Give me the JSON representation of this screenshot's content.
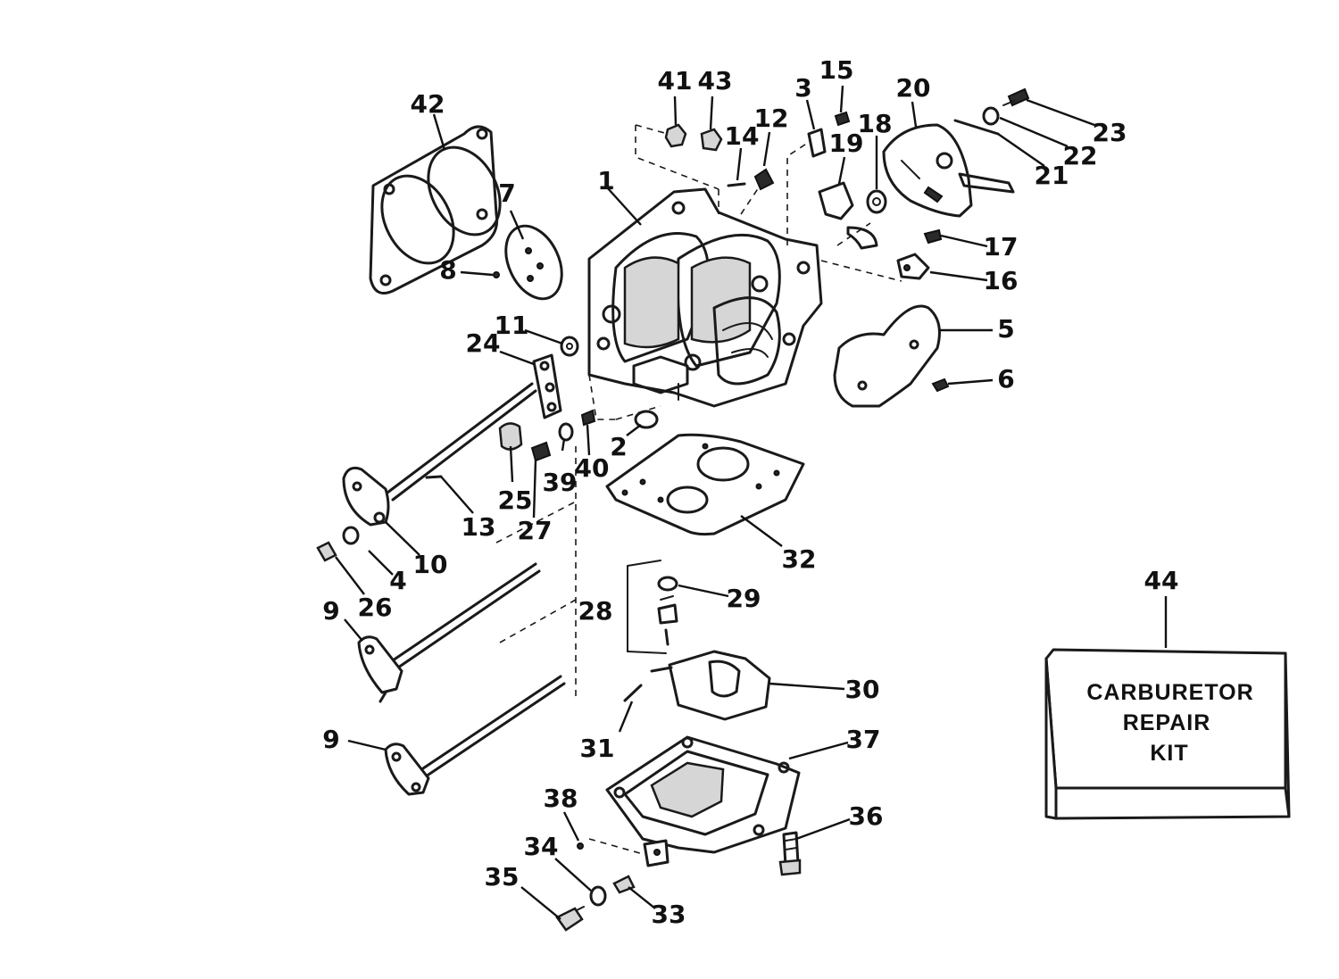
{
  "callouts": [
    {
      "n": "1"
    },
    {
      "n": "2"
    },
    {
      "n": "3"
    },
    {
      "n": "4"
    },
    {
      "n": "5"
    },
    {
      "n": "6"
    },
    {
      "n": "7"
    },
    {
      "n": "8"
    },
    {
      "n": "9"
    },
    {
      "n": "9"
    },
    {
      "n": "10"
    },
    {
      "n": "11"
    },
    {
      "n": "12"
    },
    {
      "n": "13"
    },
    {
      "n": "14"
    },
    {
      "n": "15"
    },
    {
      "n": "16"
    },
    {
      "n": "17"
    },
    {
      "n": "18"
    },
    {
      "n": "19"
    },
    {
      "n": "20"
    },
    {
      "n": "21"
    },
    {
      "n": "22"
    },
    {
      "n": "23"
    },
    {
      "n": "24"
    },
    {
      "n": "25"
    },
    {
      "n": "26"
    },
    {
      "n": "27"
    },
    {
      "n": "28"
    },
    {
      "n": "29"
    },
    {
      "n": "30"
    },
    {
      "n": "31"
    },
    {
      "n": "32"
    },
    {
      "n": "33"
    },
    {
      "n": "34"
    },
    {
      "n": "35"
    },
    {
      "n": "36"
    },
    {
      "n": "37"
    },
    {
      "n": "38"
    },
    {
      "n": "39"
    },
    {
      "n": "40"
    },
    {
      "n": "41"
    },
    {
      "n": "42"
    },
    {
      "n": "43"
    },
    {
      "n": "44"
    }
  ],
  "repair_kit": {
    "line1": "CARBURETOR",
    "line2": "REPAIR",
    "line3": "KIT"
  }
}
